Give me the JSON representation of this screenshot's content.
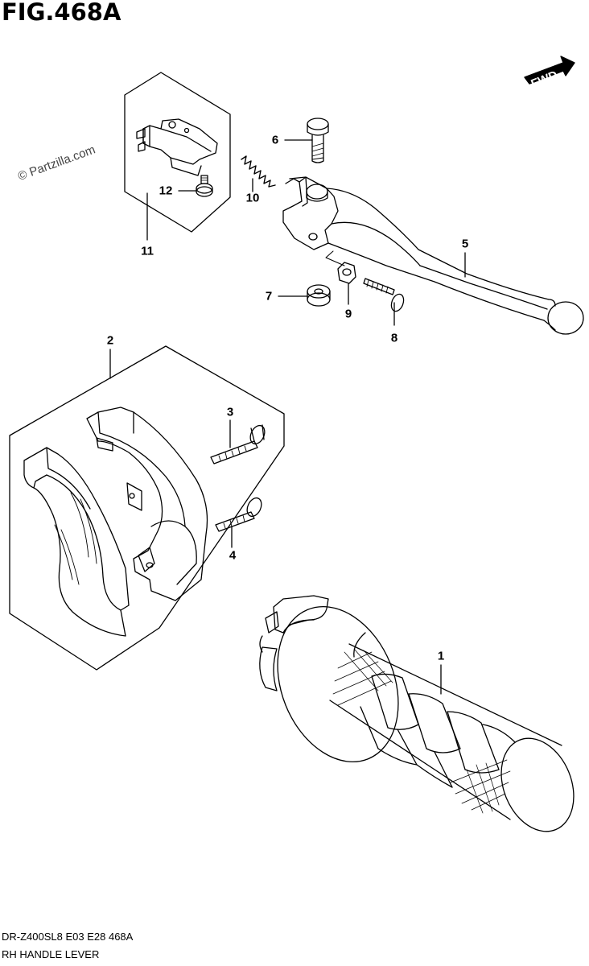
{
  "figure": {
    "title": "FIG.468A",
    "watermark": "© Partzilla.com",
    "direction_label": "FWD",
    "model_code": "DR-Z400SL8  E03  E28  468A",
    "section_name": "RH HANDLE LEVER"
  },
  "callouts": [
    {
      "id": "1",
      "label": "1"
    },
    {
      "id": "2",
      "label": "2"
    },
    {
      "id": "3",
      "label": "3"
    },
    {
      "id": "4",
      "label": "4"
    },
    {
      "id": "5",
      "label": "5"
    },
    {
      "id": "6",
      "label": "6"
    },
    {
      "id": "7",
      "label": "7"
    },
    {
      "id": "8",
      "label": "8"
    },
    {
      "id": "9",
      "label": "9"
    },
    {
      "id": "10",
      "label": "10"
    },
    {
      "id": "11",
      "label": "11"
    },
    {
      "id": "12",
      "label": "12"
    }
  ]
}
